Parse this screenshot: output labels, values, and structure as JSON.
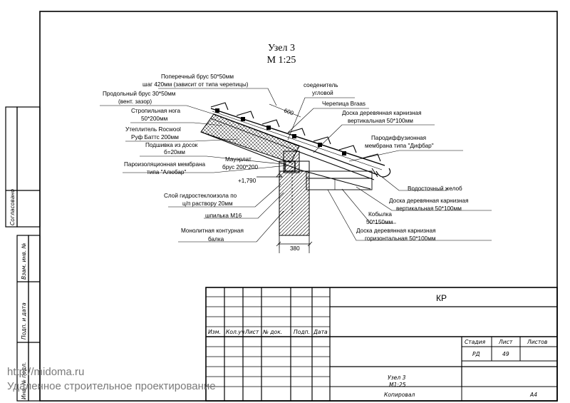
{
  "drawing": {
    "title_line1": "Узел 3",
    "title_line2": "М 1:25",
    "labels": {
      "cross_batten_1": "Поперечный брус 50*50мм",
      "cross_batten_2": "шаг 420мм (зависит от типа черепицы)",
      "connector_1": "соеденитель",
      "connector_2": "угловой",
      "long_batten_1": "Продольный брус 30*50мм",
      "long_batten_2": "(вент. зазор)",
      "tile": "Черепица Braas",
      "rafter_1": "Стропильная нога",
      "rafter_2": "50*200мм",
      "vert_board_1": "Доска деревянная карнизная",
      "vert_board_2": "вертикальная 50*100мм",
      "insul_1": "Утеплитель Rocwool",
      "insul_2": "Руф Баттс 200мм",
      "sheath_1": "Подшивка из досок",
      "sheath_2": "б=20мм",
      "membrane_1": "Пародиффузионная",
      "membrane_2": "мембрана типа \"Дифбар\"",
      "vapor_1": "Пароизоляционная мембрана",
      "vapor_2": "типа \"Алюбар\"",
      "mauerlat_1": "Мауэрлат",
      "mauerlat_2": "брус 200*200",
      "elev": "+1,790",
      "gutter": "Водосточный желоб",
      "glass_1": "Слой гидростеклоизола по",
      "glass_2": "ц/п раствору 20мм",
      "cornice_v_1": "Доска деревянная карнизная",
      "cornice_v_2": "вертикальная 50*100мм",
      "stud": "шпилька М16",
      "kobylka_1": "Кобылка",
      "kobylka_2": "50*150мм",
      "beam_1": "Монолитная контурная",
      "beam_2": "балка",
      "cornice_h_1": "Доска деревянная карнизная",
      "cornice_h_2": "горизонтальная 50*100мм",
      "dim_600": "600",
      "dim_380": "380"
    }
  },
  "title_block": {
    "code": "КР",
    "cols": [
      "Изм.",
      "Кол.уч",
      "Лист",
      "№ док.",
      "Подп.",
      "Дата"
    ],
    "stage_h": "Стадия",
    "sheet_h": "Лист",
    "sheets_h": "Листов",
    "stage": "РД",
    "sheet": "49",
    "sheets": "",
    "name_1": "Узел 3",
    "name_2": "М1:25",
    "copied": "Копировал",
    "format": "А4"
  },
  "side_stamp": {
    "agreed": "Согласовано",
    "inv": "Взам. инв. №",
    "sign_date": "Подп. и дата",
    "inv_podl": "Инв. № подл."
  },
  "watermark": {
    "url": "http://midoma.ru",
    "text": "Удаленное строительное проектирование"
  }
}
